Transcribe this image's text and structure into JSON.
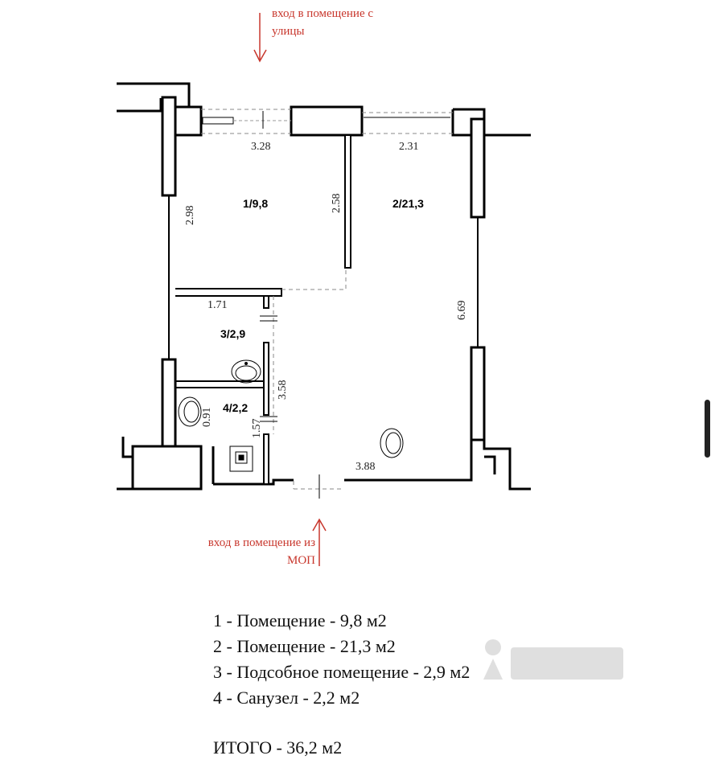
{
  "entrances": {
    "street": "вход в помещение с улицы",
    "mop_line1": "вход в помещение из",
    "mop_line2": "МОП"
  },
  "rooms": [
    {
      "label": "1/9,8"
    },
    {
      "label": "2/21,3"
    },
    {
      "label": "3/2,9"
    },
    {
      "label": "4/2,2"
    }
  ],
  "dimensions": {
    "d328": "3.28",
    "d231": "2.31",
    "d298": "2.98",
    "d258": "2.58",
    "d171": "1.71",
    "d669": "6.69",
    "d358": "3.58",
    "d091": "0.91",
    "d157": "1.57",
    "d388": "3.88"
  },
  "legend": [
    "1 - Помещение - 9,8 м2",
    "2 - Помещение - 21,3 м2",
    "3 - Подсобное помещение - 2,9 м2",
    "4 - Санузел - 2,2 м2"
  ],
  "total": "ИТОГО - 36,2 м2",
  "colors": {
    "accent": "#c8372d",
    "wall": "#000000"
  }
}
